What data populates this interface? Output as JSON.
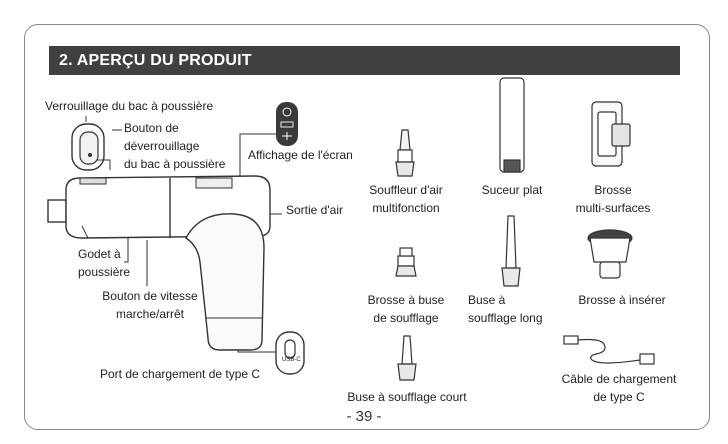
{
  "section_title": "2. APERÇU DU PRODUIT",
  "labels": {
    "dust_lock": "Verrouillage du bac à poussière",
    "unlock_button_1": "Bouton de",
    "unlock_button_2": "déverrouillage",
    "unlock_button_3": "du bac à poussière",
    "screen_display": "Affichage de l'écran",
    "air_outlet": "Sortie d'air",
    "cup_1": "Godet à",
    "cup_2": "poussière",
    "speed_1": "Bouton de vitesse",
    "speed_2": "marche/arrêt",
    "charging_port": "Port de chargement de type C"
  },
  "usb_badge": "USB-C",
  "accessories": [
    {
      "name": "air-blower",
      "line1": "Souffleur d'air",
      "line2": "multifonction"
    },
    {
      "name": "flat-nozzle",
      "line1": "Suceur plat",
      "line2": ""
    },
    {
      "name": "multi-surface-brush",
      "line1": "Brosse",
      "line2": "multi-surfaces"
    },
    {
      "name": "blow-nozzle-brush",
      "line1": "Brosse à buse",
      "line2": "de soufflage"
    },
    {
      "name": "long-blow-nozzle",
      "line1": "Buse à",
      "line2": "soufflage long"
    },
    {
      "name": "insert-brush",
      "line1": "Brosse à insérer",
      "line2": ""
    },
    {
      "name": "short-blow-nozzle",
      "line1": "Buse à soufflage court",
      "line2": ""
    },
    {
      "name": "charging-cable",
      "line1": "Câble de chargement",
      "line2": "de type C"
    }
  ],
  "page_number": "- 39 -"
}
